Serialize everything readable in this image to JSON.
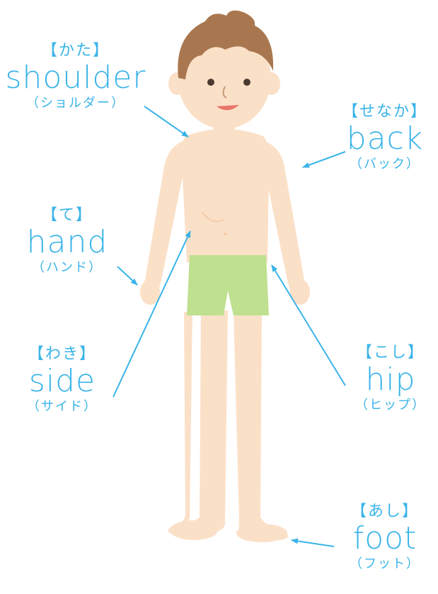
{
  "colors": {
    "label": "#3ab4e8",
    "skin": "#fbe0c8",
    "skin_shadow": "#f4cda8",
    "hair": "#a9774f",
    "shorts": "#bfe08f"
  },
  "labels": {
    "shoulder": {
      "jp": "【かた】",
      "en": "shoulder",
      "kata": "（ショルダー）"
    },
    "back": {
      "jp": "【せなか】",
      "en": "back",
      "kata": "（バック）"
    },
    "hand": {
      "jp": "【て】",
      "en": "hand",
      "kata": "（ハンド）"
    },
    "side": {
      "jp": "【わき】",
      "en": "side",
      "kata": "（サイド）"
    },
    "hip": {
      "jp": "【こし】",
      "en": "hip",
      "kata": "（ヒップ）"
    },
    "foot": {
      "jp": "【あし】",
      "en": "foot",
      "kata": "（フット）"
    }
  }
}
